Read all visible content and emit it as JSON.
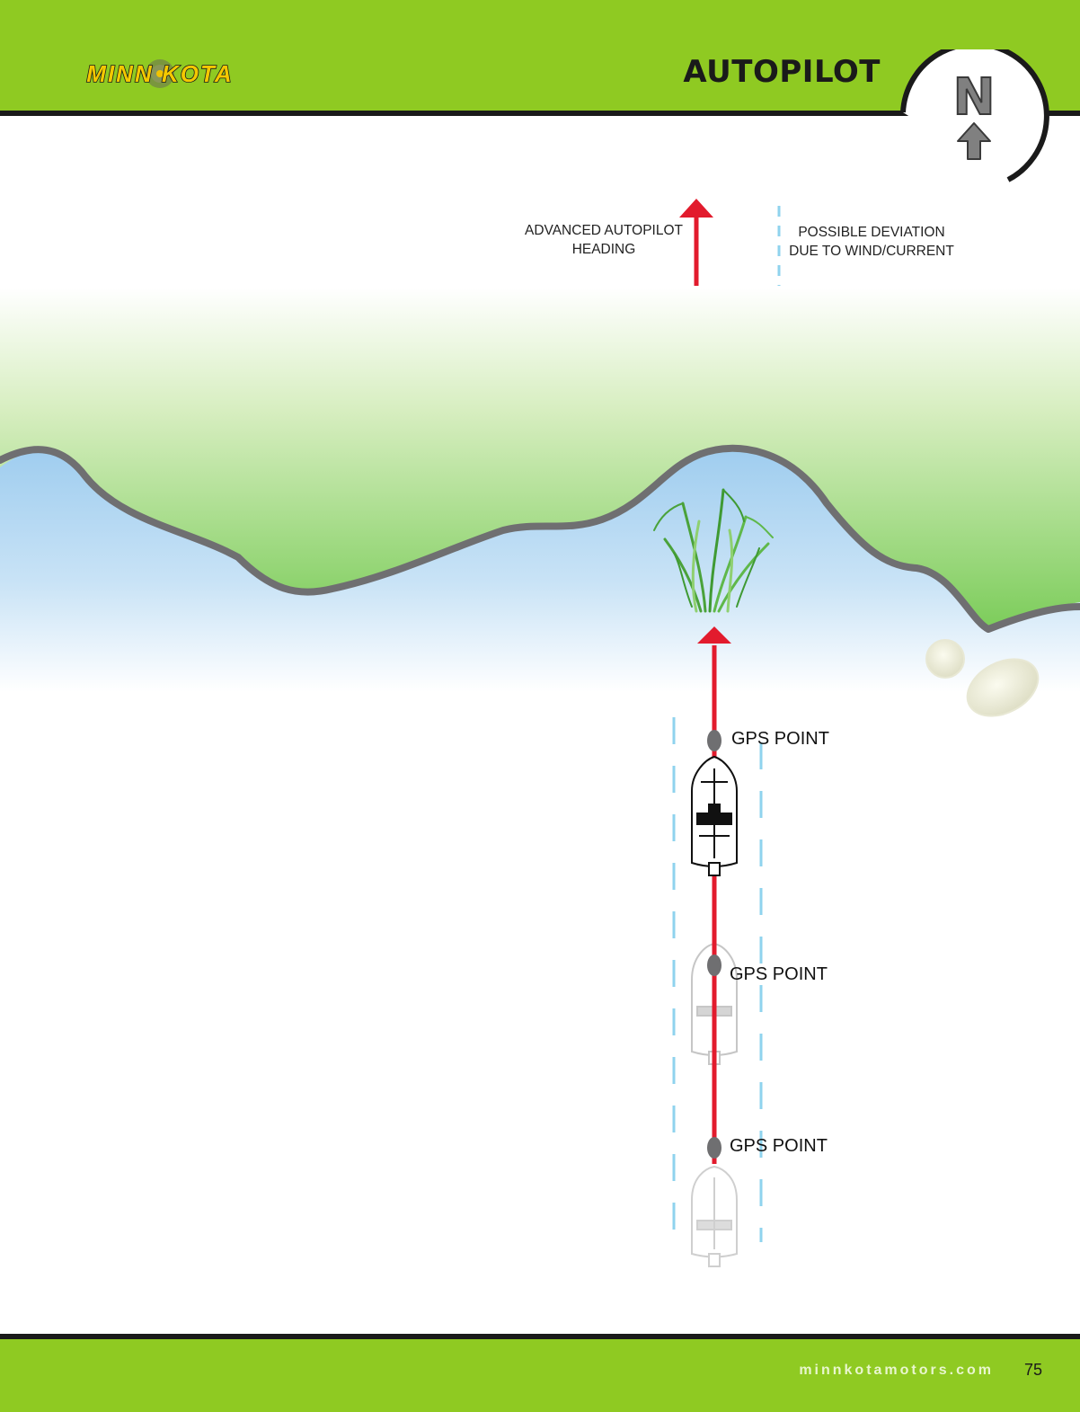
{
  "header": {
    "logo_text": "MINN KOTA",
    "title": "AUTOPILOT",
    "compass_letter": "N"
  },
  "legend": {
    "heading_label": "ADVANCED AUTOPILOT\nHEADING",
    "deviation_label": "POSSIBLE DEVIATION\nDUE TO WIND/CURRENT"
  },
  "gps_points": [
    {
      "label": "GPS POINT"
    },
    {
      "label": "GPS POINT"
    },
    {
      "label": "GPS POINT"
    }
  ],
  "colors": {
    "brand_green": "#8fca22",
    "heading_red": "#e21b2d",
    "deviation_blue": "#8fd3ee",
    "water_blue": "#a9d5f2",
    "shore_gray": "#6f6f71"
  },
  "footer": {
    "url": "minnkotamotors.com",
    "page_number": "75"
  }
}
